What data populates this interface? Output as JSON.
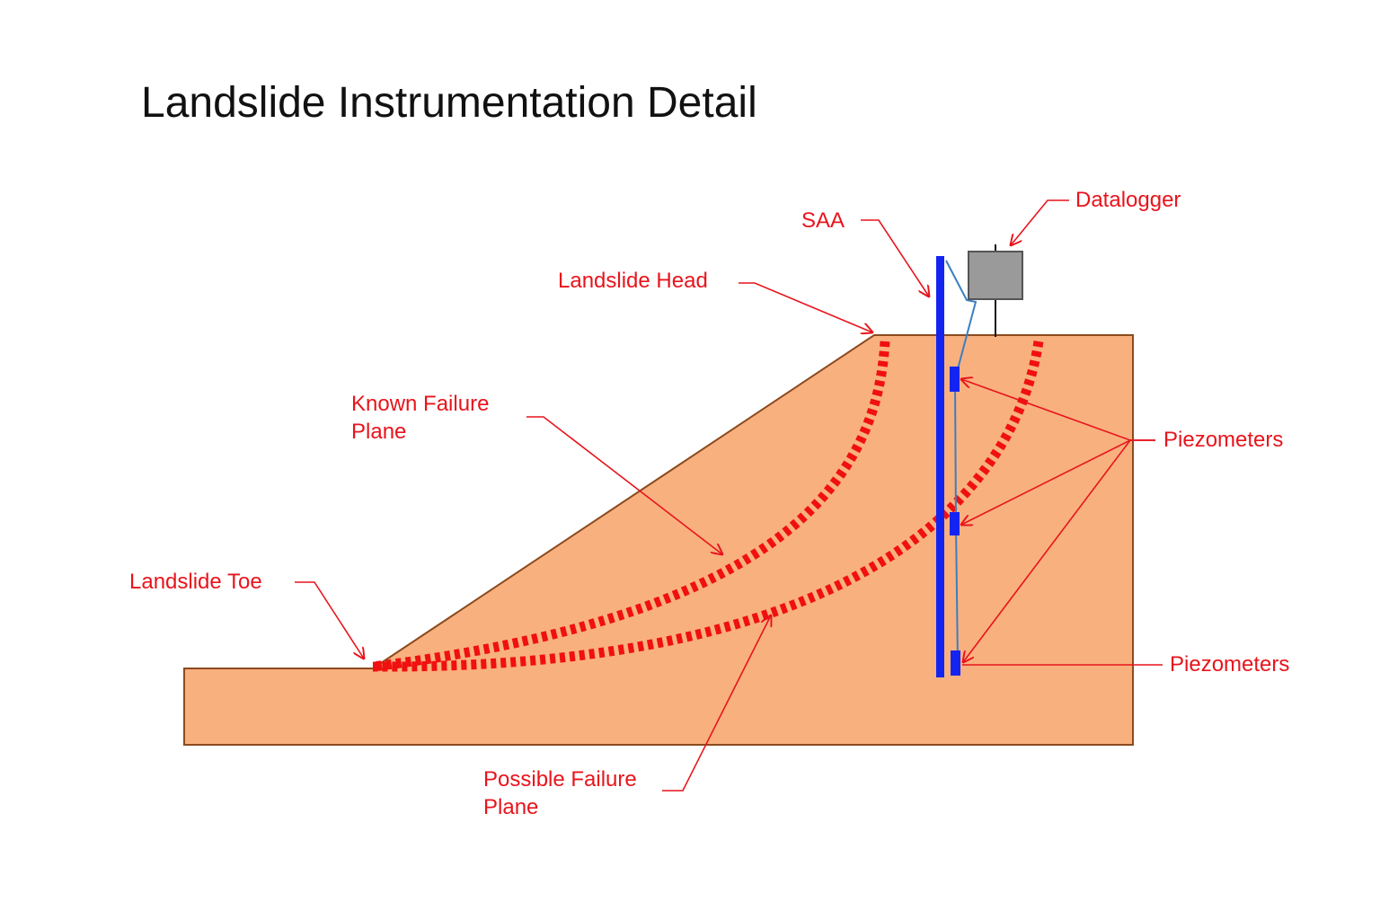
{
  "title": "Landslide Instrumentation Detail",
  "labels": {
    "datalogger": "Datalogger",
    "saa": "SAA",
    "landslide_head": "Landslide Head",
    "known_failure_line1": "Known Failure",
    "known_failure_line2": "Plane",
    "piezometers_upper": "Piezometers",
    "piezometers_lower": "Piezometers",
    "landslide_toe": "Landslide Toe",
    "possible_failure_line1": "Possible Failure",
    "possible_failure_line2": "Plane"
  },
  "colors": {
    "soil_fill": "#F9B07F",
    "soil_outline": "#8B4A1E",
    "annotation": "#E8141C",
    "failure_plane": "#F01010",
    "instrument": "#1424F0",
    "cable": "#3A7FC0",
    "datalogger_fill": "#9A9A9A",
    "datalogger_edge": "#555555",
    "title_text": "#111111"
  },
  "icons": {
    "datalogger": "gray-box-icon",
    "saa": "vertical-blue-bar",
    "piezometer": "blue-rectangle-sensor"
  }
}
